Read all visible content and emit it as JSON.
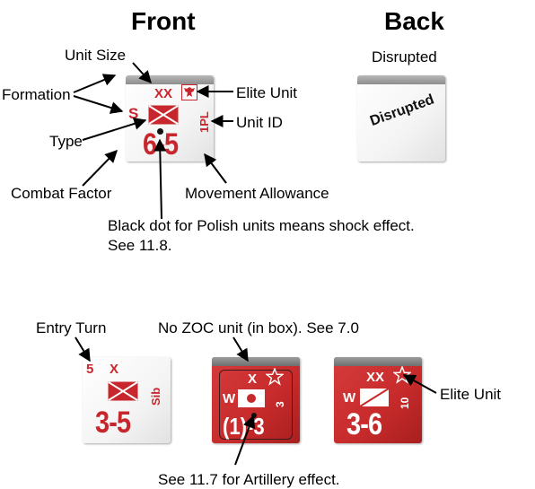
{
  "headings": {
    "front": "Front",
    "back": "Back"
  },
  "labels": {
    "unit_size": "Unit Size",
    "formation": "Formation",
    "elite_unit": "Elite Unit",
    "unit_id": "Unit ID",
    "type": "Type",
    "combat_factor": "Combat Factor",
    "movement_allowance": "Movement Allowance",
    "black_dot_line1": "Black dot for Polish units means shock effect.",
    "black_dot_line2": "See 11.8.",
    "disrupted_caption": "Disrupted",
    "entry_turn": "Entry Turn",
    "no_zoc": "No ZOC unit (in box). See 7.0",
    "elite_unit_2": "Elite Unit",
    "artillery": "See 11.7 for Artillery effect."
  },
  "counters": {
    "front": {
      "size": "XX",
      "formation": "S",
      "unit_id": "1PL",
      "combat": "6",
      "dash": "-",
      "movement": "5"
    },
    "back": {
      "status": "Disrupted"
    },
    "entry": {
      "turn": "5",
      "size": "X",
      "unit_id": "Sib",
      "combat": "3",
      "dash": "-",
      "movement": "5"
    },
    "artillery": {
      "size": "X",
      "formation": "W",
      "unit_id": "3",
      "combat": "(1)",
      "dash": "-",
      "movement": "3"
    },
    "elite": {
      "size": "XX",
      "formation": "W",
      "unit_id": "10",
      "combat": "3",
      "dash": "-",
      "movement": "6"
    }
  },
  "colors": {
    "counter_red": "#c62a2a",
    "counter_white": "#f4f4f4",
    "text_red": "#c8262d"
  },
  "icons": [
    "polish-eagle-icon",
    "infantry-symbol-icon",
    "elite-star-icon",
    "artillery-symbol-icon",
    "cavalry-symbol-icon"
  ]
}
